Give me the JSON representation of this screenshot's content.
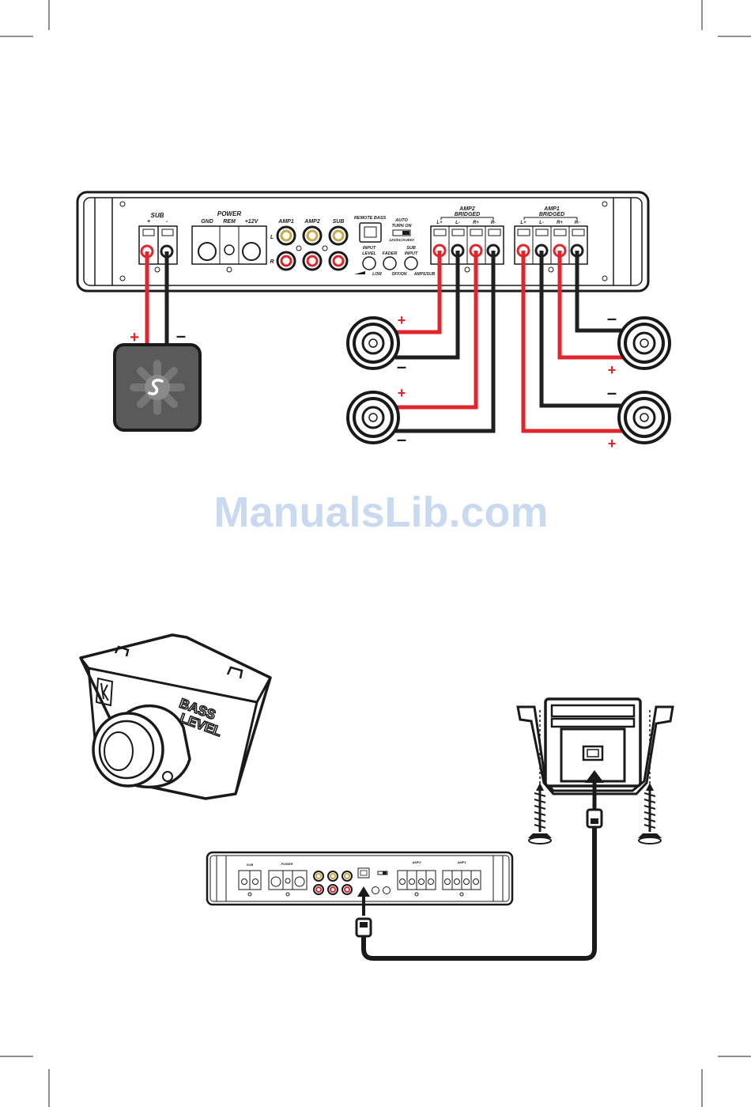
{
  "amp_top": {
    "sub_label": "SUB",
    "sub_plus": "+",
    "sub_minus": "-",
    "power_label": "POWER",
    "gnd": "GND",
    "rem": "REM",
    "plus12v": "+12V",
    "amp1_label": "AMP1",
    "amp2_label": "AMP2",
    "sub_rca_label": "SUB",
    "rca_l": "L",
    "rca_r": "R",
    "remote_bass": "REMOTE BASS",
    "auto_turn_on_1": "AUTO",
    "auto_turn_on_2": "TURN ON",
    "auto_switch": "12V/DC/AUDIO",
    "input_level_1": "INPUT",
    "input_level_2": "LEVEL",
    "fader": "FADER",
    "sub_input_1": "SUB",
    "sub_input_2": "INPUT",
    "low": "LOW",
    "off_on": "OFF/ON",
    "amps_sub": "AMPS/SUB",
    "amp2_group": "AMP2",
    "amp1_group": "AMP1",
    "bridged": "BRIDGED",
    "term_lp": "L+",
    "term_lm": "L-",
    "term_rp": "R+",
    "term_rm": "R-"
  },
  "polarity": {
    "plus": "+",
    "minus": "–"
  },
  "remote": {
    "line1": "BASS",
    "line2": "LEVEL"
  },
  "watermark": "ManualsLib.com",
  "colors": {
    "positive_wire": "#e0262b",
    "negative_wire": "#1f1f1f",
    "sub_body": "#5a5a5a",
    "watermark": "#c9daf0"
  }
}
